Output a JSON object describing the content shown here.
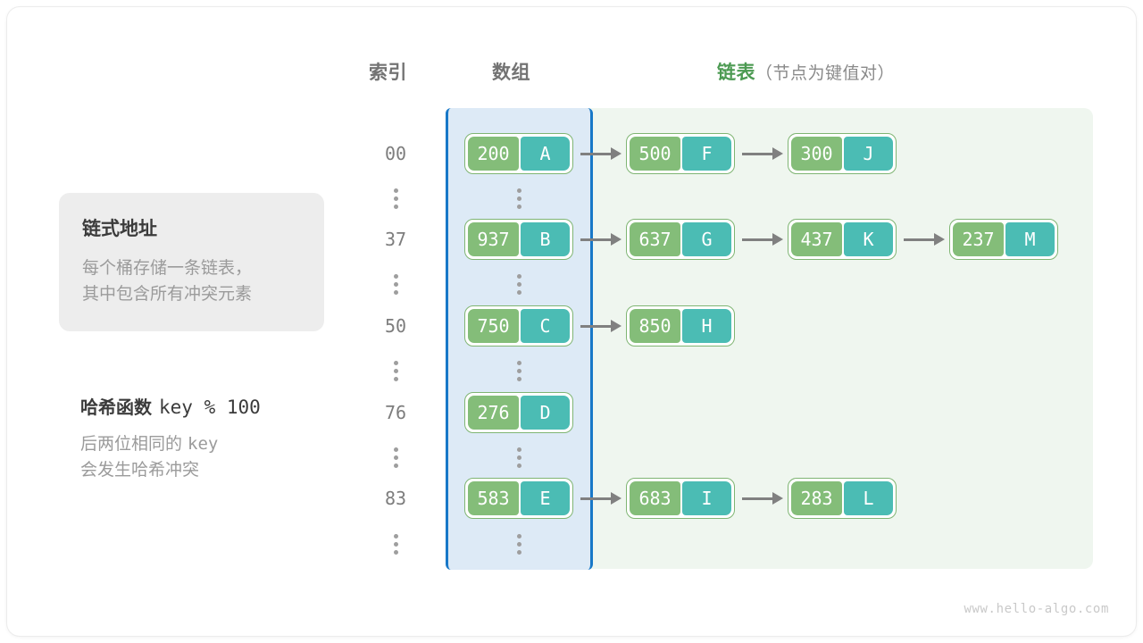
{
  "headers": {
    "index": "索引",
    "array": "数组",
    "list_main": "链表",
    "list_sub": "（节点为键值对）"
  },
  "colors": {
    "array_panel_fill": "#ddeaf6",
    "array_panel_border": "#1878c8",
    "list_panel_fill": "#eff6ef",
    "node_key": "#84bd79",
    "node_value": "#4bbcb4",
    "node_border": "#7fb573",
    "accent_green_text": "#4c9a52",
    "arrow": "#808080",
    "card_bg": "#ededed"
  },
  "card": {
    "title": "链式地址",
    "body_line1": "每个桶存储一条链表，",
    "body_line2": "其中包含所有冲突元素"
  },
  "note": {
    "title": "哈希函数",
    "title_expr": "key % 100",
    "body_line1_pre": "后两位相同的 ",
    "body_line1_mono": "key",
    "body_line2": "会发生哈希冲突"
  },
  "rows": [
    {
      "index": "00",
      "bucket": {
        "key": "200",
        "value": "A"
      },
      "chain": [
        {
          "key": "500",
          "value": "F"
        },
        {
          "key": "300",
          "value": "J"
        }
      ]
    },
    {
      "index": "37",
      "bucket": {
        "key": "937",
        "value": "B"
      },
      "chain": [
        {
          "key": "637",
          "value": "G"
        },
        {
          "key": "437",
          "value": "K"
        },
        {
          "key": "237",
          "value": "M"
        }
      ]
    },
    {
      "index": "50",
      "bucket": {
        "key": "750",
        "value": "C"
      },
      "chain": [
        {
          "key": "850",
          "value": "H"
        }
      ]
    },
    {
      "index": "76",
      "bucket": {
        "key": "276",
        "value": "D"
      },
      "chain": []
    },
    {
      "index": "83",
      "bucket": {
        "key": "583",
        "value": "E"
      },
      "chain": [
        {
          "key": "683",
          "value": "I"
        },
        {
          "key": "283",
          "value": "L"
        }
      ]
    }
  ],
  "ellipsis_symbol": "⋮",
  "watermark": "www.hello-algo.com"
}
